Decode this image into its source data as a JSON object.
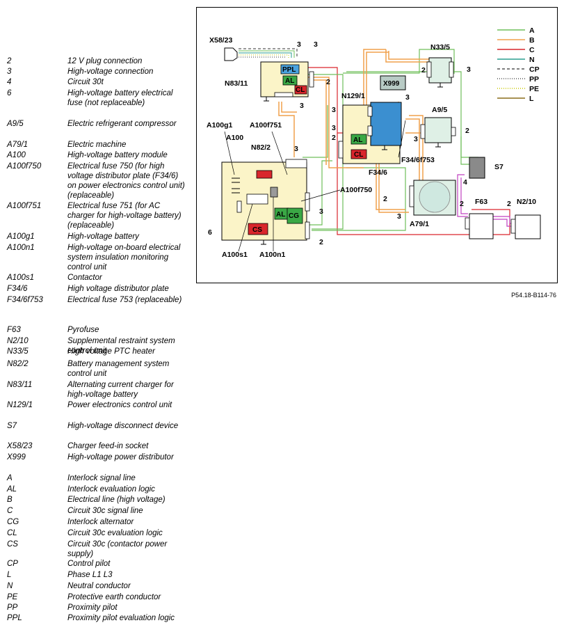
{
  "legend": [
    {
      "code": "2",
      "desc": "12 V plug connection"
    },
    {
      "code": "3",
      "desc": "High-voltage connection"
    },
    {
      "code": "4",
      "desc": "Circuit 30t"
    },
    {
      "code": "6",
      "desc": "High-voltage battery electrical fuse (not replaceable)"
    },
    {
      "code": "A9/5",
      "desc": "Electric refrigerant compressor"
    },
    {
      "code": "A79/1",
      "desc": "Electric machine"
    },
    {
      "code": "A100",
      "desc": "High-voltage battery module"
    },
    {
      "code": "A100f750",
      "desc": "Electrical fuse 750 (for high voltage distributor plate (F34/6) on power electronics control unit) (replaceable)"
    },
    {
      "code": "A100f751",
      "desc": "Electrical fuse 751 (for AC charger for high-voltage battery) (replaceable)"
    },
    {
      "code": "A100g1",
      "desc": "High-voltage battery"
    },
    {
      "code": "A100n1",
      "desc": "High-voltage on-board electrical system insulation monitoring control unit"
    },
    {
      "code": "A100s1",
      "desc": "Contactor"
    },
    {
      "code": "F34/6",
      "desc": "High voltage distributor plate"
    },
    {
      "code": "F34/6f753",
      "desc": "Electrical fuse 753 (replaceable)"
    },
    {
      "code": "F63",
      "desc": "Pyrofuse"
    },
    {
      "code": "N2/10",
      "desc": "Supplemental restraint system control unit"
    },
    {
      "code": "N33/5",
      "desc": "High voltage PTC heater"
    },
    {
      "code": "N82/2",
      "desc": "Battery management system control unit"
    },
    {
      "code": "N83/11",
      "desc": "Alternating current charger for high-voltage battery"
    },
    {
      "code": "N129/1",
      "desc": "Power electronics control unit"
    },
    {
      "code": "S7",
      "desc": "High-voltage disconnect device"
    },
    {
      "code": "X58/23",
      "desc": "Charger feed-in socket"
    },
    {
      "code": "X999",
      "desc": "High-voltage power distributor"
    },
    {
      "code": "A",
      "desc": "Interlock signal line"
    },
    {
      "code": "AL",
      "desc": "Interlock evaluation logic"
    },
    {
      "code": "B",
      "desc": "Electrical line (high voltage)"
    },
    {
      "code": "C",
      "desc": "Circuit 30c signal line"
    },
    {
      "code": "CG",
      "desc": "Interlock alternator"
    },
    {
      "code": "CL",
      "desc": "Circuit 30c evaluation logic"
    },
    {
      "code": "CS",
      "desc": "Circuit 30c (contactor power supply)"
    },
    {
      "code": "CP",
      "desc": "Control pilot"
    },
    {
      "code": "L",
      "desc": "Phase L1  L3"
    },
    {
      "code": "N",
      "desc": "Neutral conductor"
    },
    {
      "code": "PE",
      "desc": "Protective earth conductor"
    },
    {
      "code": "PP",
      "desc": "Proximity pilot"
    },
    {
      "code": "PPL",
      "desc": "Proximity pilot evaluation logic"
    }
  ],
  "line_key": [
    {
      "label": "A",
      "color": "#6fbf5a",
      "style": "solid"
    },
    {
      "label": "B",
      "color": "#f0a04b",
      "style": "solid"
    },
    {
      "label": "C",
      "color": "#d9262c",
      "style": "solid"
    },
    {
      "label": "N",
      "color": "#2a9d8f",
      "style": "solid"
    },
    {
      "label": "CP",
      "color": "#333333",
      "style": "dashed"
    },
    {
      "label": "PP",
      "color": "#333333",
      "style": "dotted"
    },
    {
      "label": "PE",
      "color": "#c8c800",
      "style": "dotted"
    },
    {
      "label": "L",
      "color": "#8a6d1c",
      "style": "solid"
    }
  ],
  "components": {
    "x58_23": "X58/23",
    "n83_11": "N83/11",
    "ppl": "PPL",
    "al": "AL",
    "cl": "CL",
    "x999": "X999",
    "n33_5": "N33/5",
    "n129_1": "N129/1",
    "a9_5": "A9/5",
    "a100g1": "A100g1",
    "a100": "A100",
    "a100f751": "A100f751",
    "n82_2": "N82/2",
    "f34_6": "F34/6",
    "f34_6f753": "F34/6f753",
    "s7": "S7",
    "a100f750": "A100f750",
    "f63": "F63",
    "n2_10": "N2/10",
    "a79_1": "A79/1",
    "cs": "CS",
    "cg": "CG",
    "a100s1": "A100s1",
    "a100n1": "A100n1"
  },
  "pins": {
    "two": "2",
    "three": "3",
    "four": "4",
    "six": "6"
  },
  "colors": {
    "interlock": "#6fbf5a",
    "high_voltage": "#f0a04b",
    "c30_signal": "#d9262c",
    "neutral": "#2a9d8f",
    "module_fill": "#fbf4c8",
    "logic_green": "#3aa845",
    "logic_red": "#d9262c",
    "ppl_blue": "#4aa3df",
    "pe_yellow": "#c8c800",
    "phase": "#8a6d1c",
    "magenta": "#c040c0"
  },
  "figure_id": "P54.18-B114-76"
}
